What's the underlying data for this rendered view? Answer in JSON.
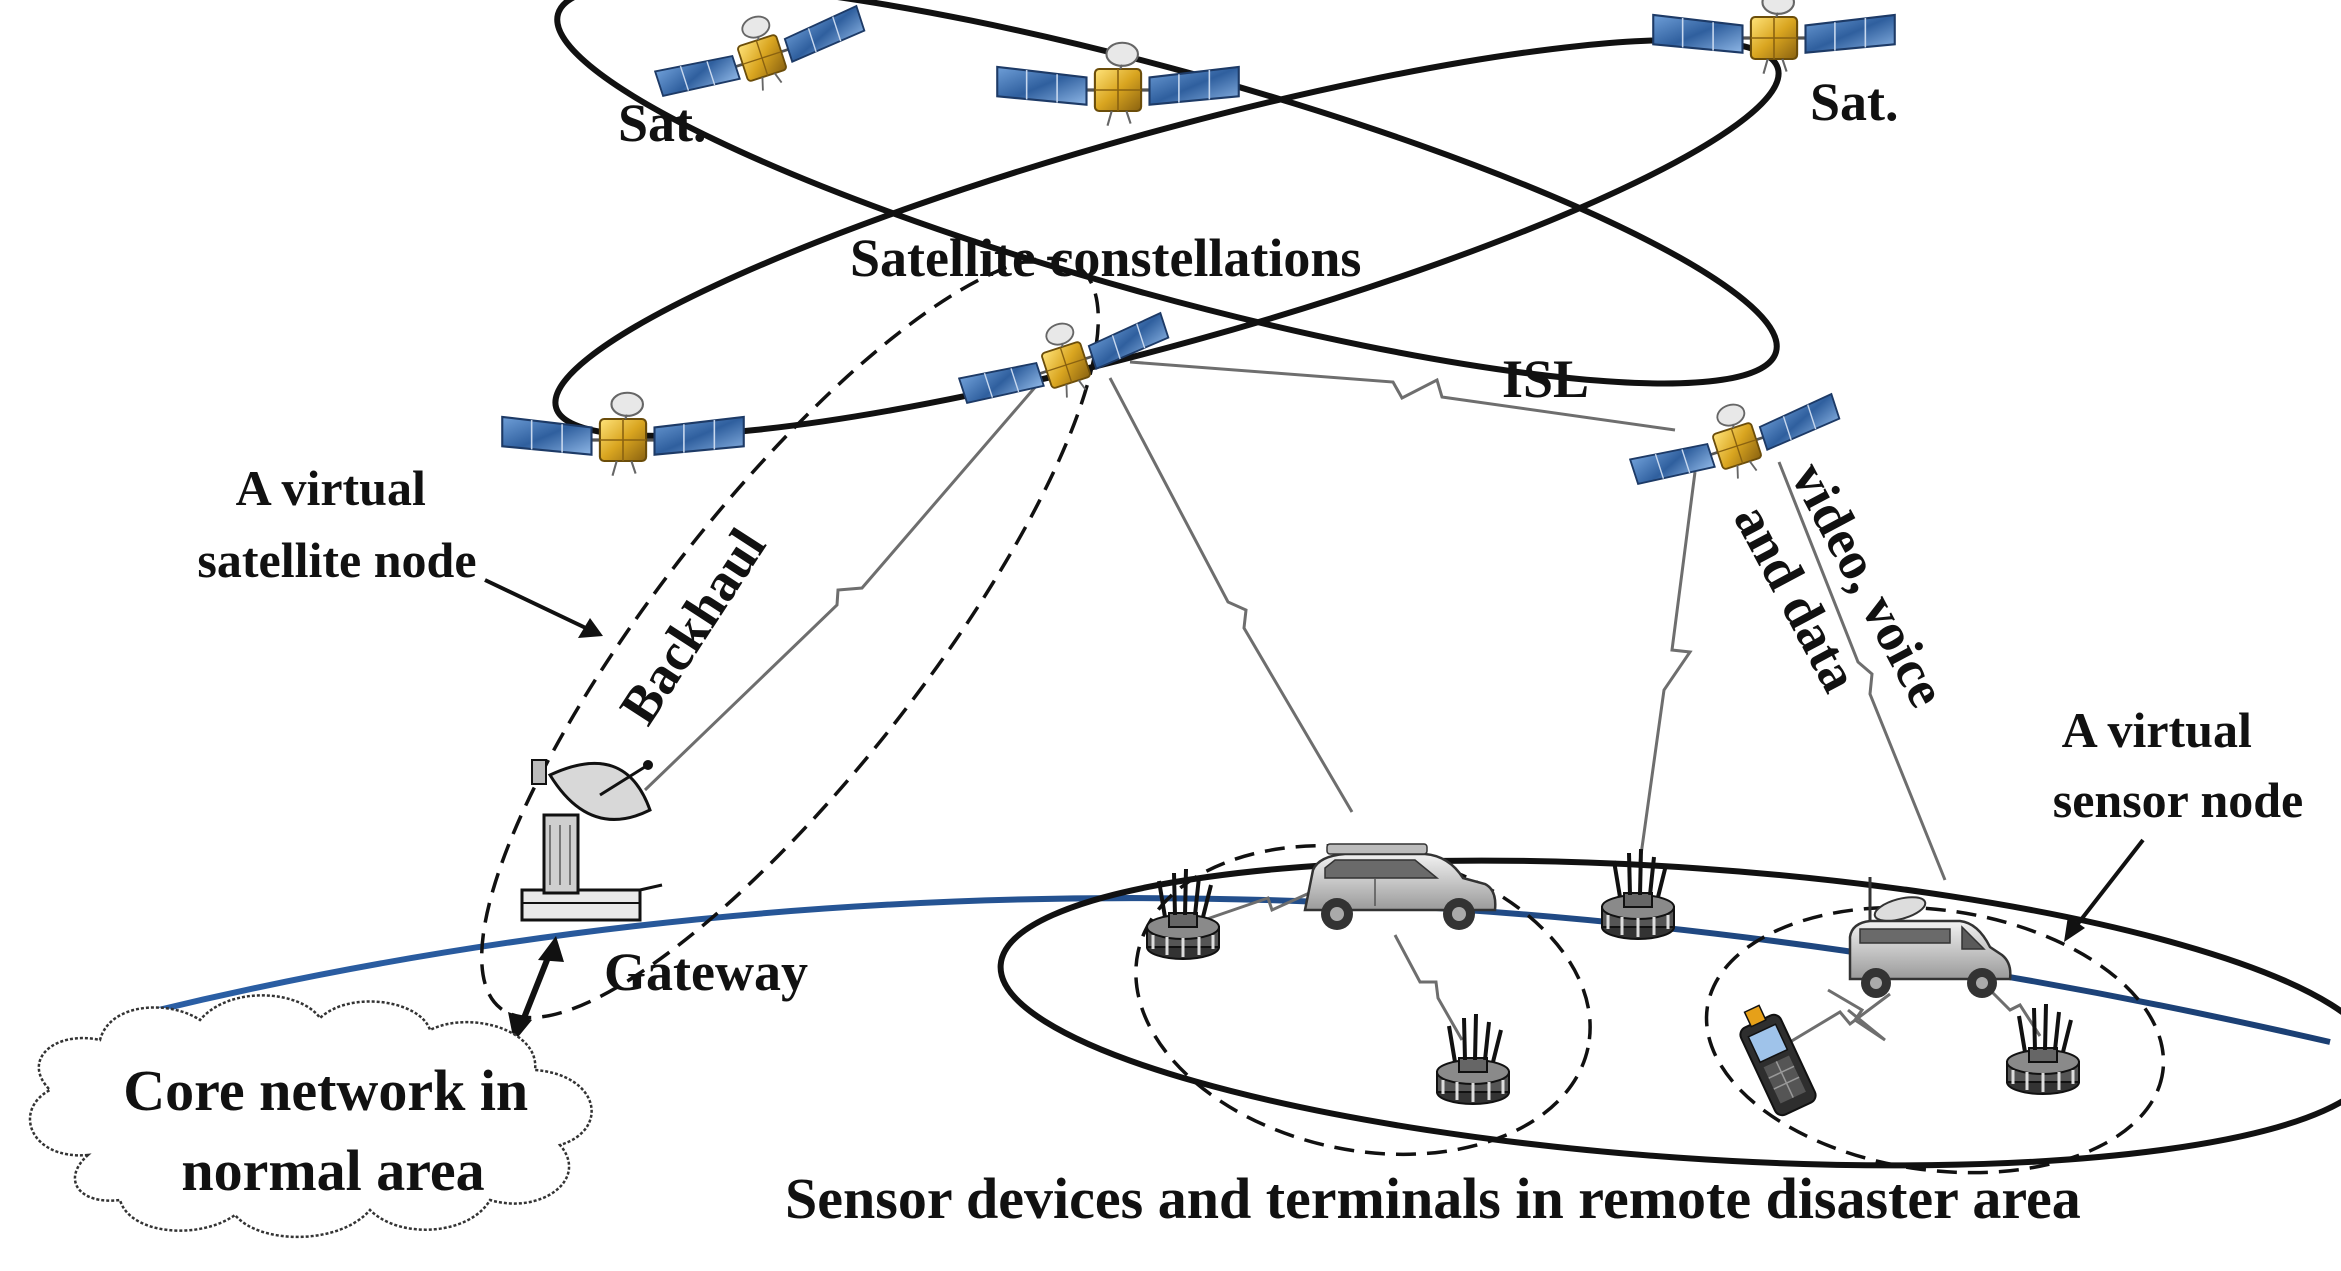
{
  "labels": {
    "sat_left": "Sat.",
    "sat_right": "Sat.",
    "constellations": "Satellite constellations",
    "isl": "ISL",
    "virtual_satellite_node": [
      "A virtual",
      "satellite node"
    ],
    "backhaul": "Backhaul",
    "gateway": "Gateway",
    "core_network": [
      "Core network in",
      "normal area"
    ],
    "video_voice_data": [
      "video, voice",
      "and data"
    ],
    "virtual_sensor_node": [
      "A virtual",
      "sensor node"
    ],
    "sensor_area": "Sensor devices and terminals in remote disaster area"
  },
  "colors": {
    "earth_line": "#1f4e8c",
    "ink": "#111111",
    "link_gray": "#6e6e6e",
    "solar_panel": "#3b6aa6",
    "satellite_body": "#d9a520"
  },
  "icons": [
    "satellite-icon",
    "satellite-dish-icon",
    "car-icon",
    "van-icon",
    "handheld-terminal-icon",
    "sensor-device-icon",
    "cloud-shape"
  ]
}
